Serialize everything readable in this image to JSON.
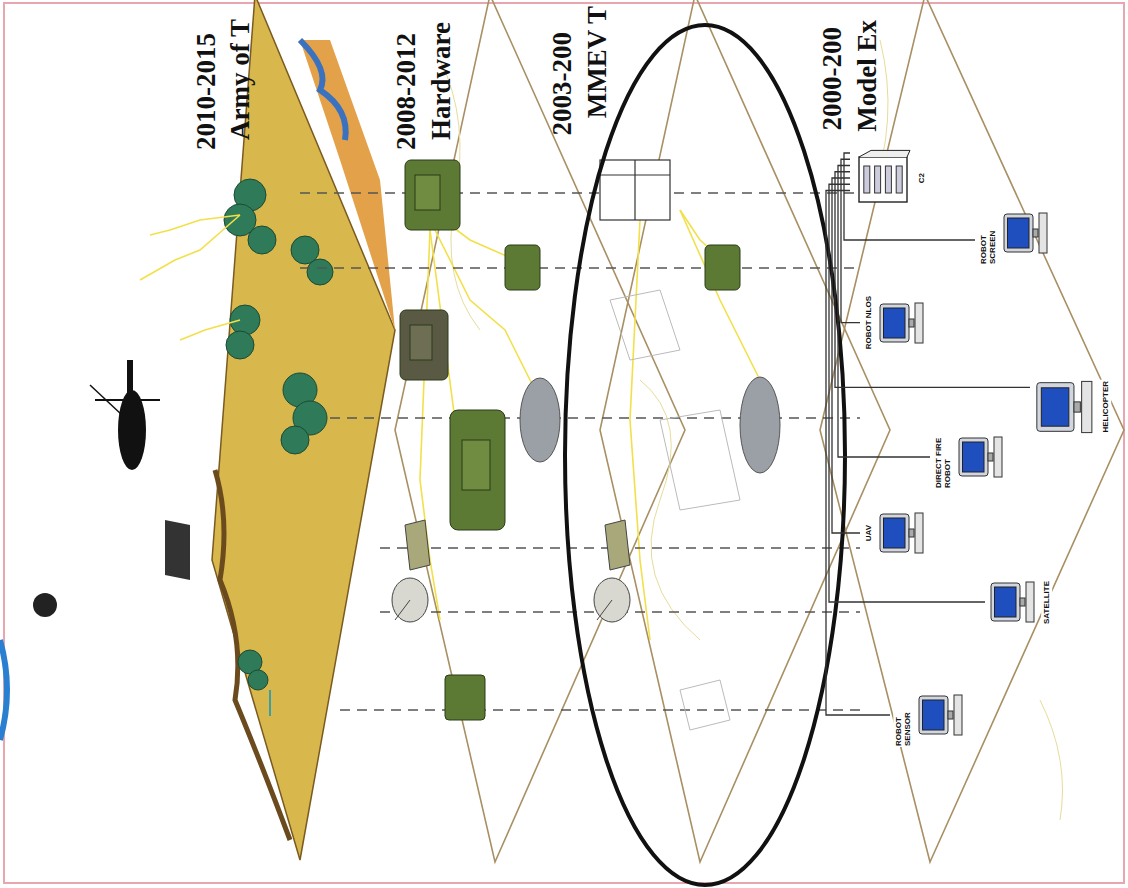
{
  "diagram": {
    "nodes": [
      {
        "text": [
          "C2"
        ]
      },
      {
        "text": [
          "ROBOT SCREEN"
        ]
      },
      {
        "text": [
          "ROBOT NLOS"
        ]
      },
      {
        "text": [
          "DIRECT FIRE ROBOT"
        ]
      },
      {
        "text": [
          "HELICOPTER"
        ]
      },
      {
        "text": [
          "UAV"
        ]
      },
      {
        "text": [
          "SATELLITE"
        ]
      },
      {
        "text": [
          "ROBOT SENSOR"
        ]
      }
    ],
    "edges": [
      {
        "from": 0,
        "to": 1,
        "arrow": "none"
      },
      {
        "from": 0,
        "to": 2,
        "arrow": "none"
      },
      {
        "from": 0,
        "to": 3,
        "arrow": "none"
      },
      {
        "from": 0,
        "to": 4,
        "arrow": "none"
      },
      {
        "from": 0,
        "to": 5,
        "arrow": "none"
      },
      {
        "from": 0,
        "to": 6,
        "arrow": "none"
      },
      {
        "from": 0,
        "to": 7,
        "arrow": "none"
      }
    ],
    "labels": [
      "2010-2015",
      "Army of T",
      "2008-2012",
      "Hardware",
      "2003-200",
      "MMEV T",
      "2000-200",
      "Model Ex"
    ]
  }
}
